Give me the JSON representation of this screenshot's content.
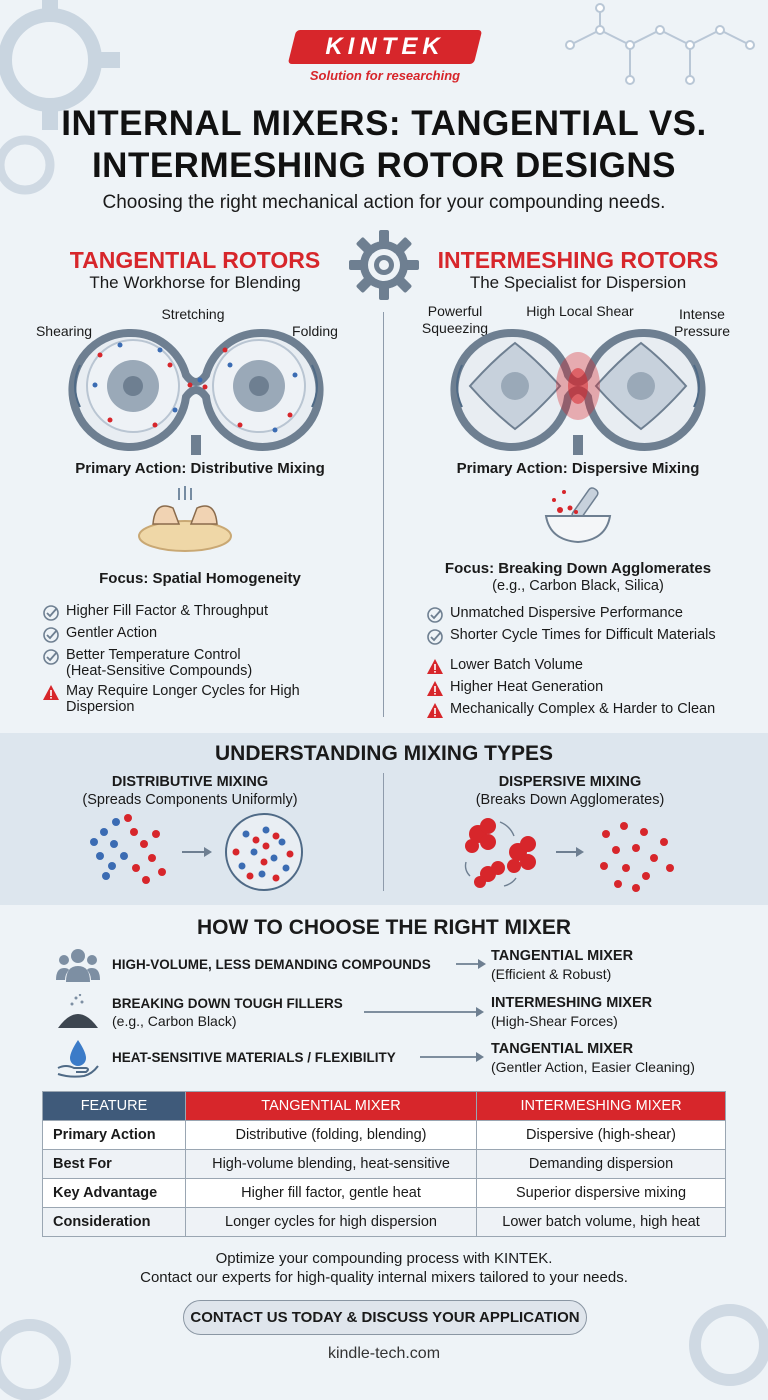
{
  "brand": {
    "name": "KINTEK",
    "tagline": "Solution for researching"
  },
  "header": {
    "title_line1": "INTERNAL MIXERS: TANGENTIAL VS.",
    "title_line2": "INTERMESHING ROTOR DESIGNS",
    "subtitle": "Choosing the right mechanical action for your compounding needs."
  },
  "tangential": {
    "title": "TANGENTIAL ROTORS",
    "subtitle": "The Workhorse for Blending",
    "labels": {
      "a": "Shearing",
      "b": "Stretching",
      "c": "Folding"
    },
    "action": "Primary Action: Distributive Mixing",
    "focus": "Focus: Spatial Homogeneity",
    "pros": [
      "Higher Fill Factor & Throughput",
      "Gentler Action",
      "Better Temperature Control",
      "(Heat-Sensitive Compounds)"
    ],
    "cons": [
      "May Require Longer Cycles for High",
      "Dispersion"
    ]
  },
  "intermeshing": {
    "title": "INTERMESHING ROTORS",
    "subtitle": "The Specialist for Dispersion",
    "labels": {
      "a1": "Powerful",
      "a2": "Squeezing",
      "b": "High Local Shear",
      "c1": "Intense",
      "c2": "Pressure"
    },
    "action": "Primary Action: Dispersive Mixing",
    "focus": "Focus: Breaking Down Agglomerates",
    "focus_sub": "(e.g., Carbon Black, Silica)",
    "pros": [
      "Unmatched Dispersive Performance",
      "Shorter Cycle Times for Difficult Materials"
    ],
    "cons": [
      "Lower Batch Volume",
      "Higher Heat Generation",
      "Mechanically Complex & Harder to Clean"
    ]
  },
  "mixing_types": {
    "title": "UNDERSTANDING MIXING TYPES",
    "distributive": {
      "title": "DISTRIBUTIVE MIXING",
      "sub": "(Spreads Components Uniformly)"
    },
    "dispersive": {
      "title": "DISPERSIVE MIXING",
      "sub": "(Breaks Down Agglomerates)"
    }
  },
  "choose": {
    "title": "HOW TO CHOOSE THE RIGHT MIXER",
    "rows": [
      {
        "icon": "people-icon",
        "cond": "HIGH-VOLUME, LESS DEMANDING COMPOUNDS",
        "cond_sub": "",
        "result": "TANGENTIAL MIXER",
        "result_sub": "(Efficient & Robust)"
      },
      {
        "icon": "powder-pile-icon",
        "cond": "BREAKING DOWN TOUGH FILLERS",
        "cond_sub": "(e.g., Carbon Black)",
        "result": "INTERMESHING MIXER",
        "result_sub": "(High-Shear Forces)"
      },
      {
        "icon": "hand-drop-icon",
        "cond": "HEAT-SENSITIVE MATERIALS / FLEXIBILITY",
        "cond_sub": "",
        "result": "TANGENTIAL MIXER",
        "result_sub": "(Gentler Action, Easier Cleaning)"
      }
    ]
  },
  "table": {
    "headers": [
      "FEATURE",
      "TANGENTIAL MIXER",
      "INTERMESHING MIXER"
    ],
    "rows": [
      [
        "Primary Action",
        "Distributive (folding, blending)",
        "Dispersive (high-shear)"
      ],
      [
        "Best For",
        "High-volume blending, heat-sensitive",
        "Demanding dispersion"
      ],
      [
        "Key Advantage",
        "Higher fill factor, gentle heat",
        "Superior dispersive mixing"
      ],
      [
        "Consideration",
        "Longer cycles for high dispersion",
        "Lower batch volume, high heat"
      ]
    ]
  },
  "footer": {
    "line1": "Optimize your compounding process with KINTEK.",
    "line2": "Contact our experts for high-quality internal mixers tailored to your needs.",
    "cta": "CONTACT US TODAY & DISCUSS YOUR APPLICATION",
    "url": "kindle-tech.com"
  },
  "colors": {
    "accent_red": "#d7262b",
    "navy": "#3f5a7a",
    "blue_dot": "#3b6cb3",
    "red_dot": "#d7262b",
    "background": "#eef3f7"
  }
}
